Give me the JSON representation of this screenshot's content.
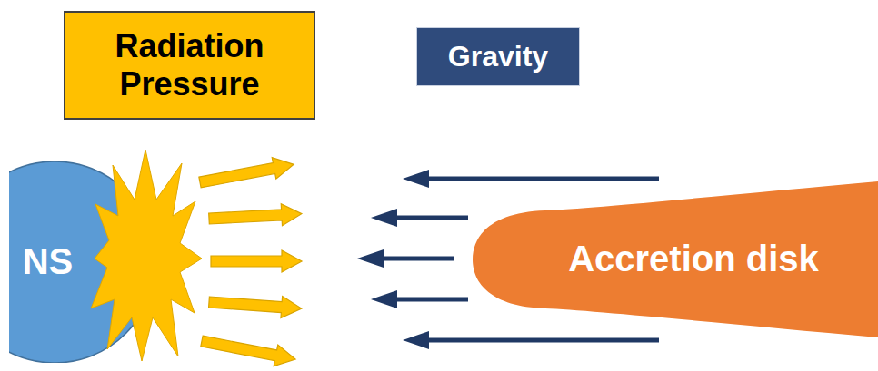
{
  "diagram": {
    "nodes": [
      {
        "text": [
          "Radiation Pressure"
        ]
      },
      {
        "text": [
          "Gravity"
        ]
      },
      {
        "text": [
          "NS"
        ]
      },
      {
        "text": [
          "Accretion disk"
        ]
      }
    ]
  }
}
